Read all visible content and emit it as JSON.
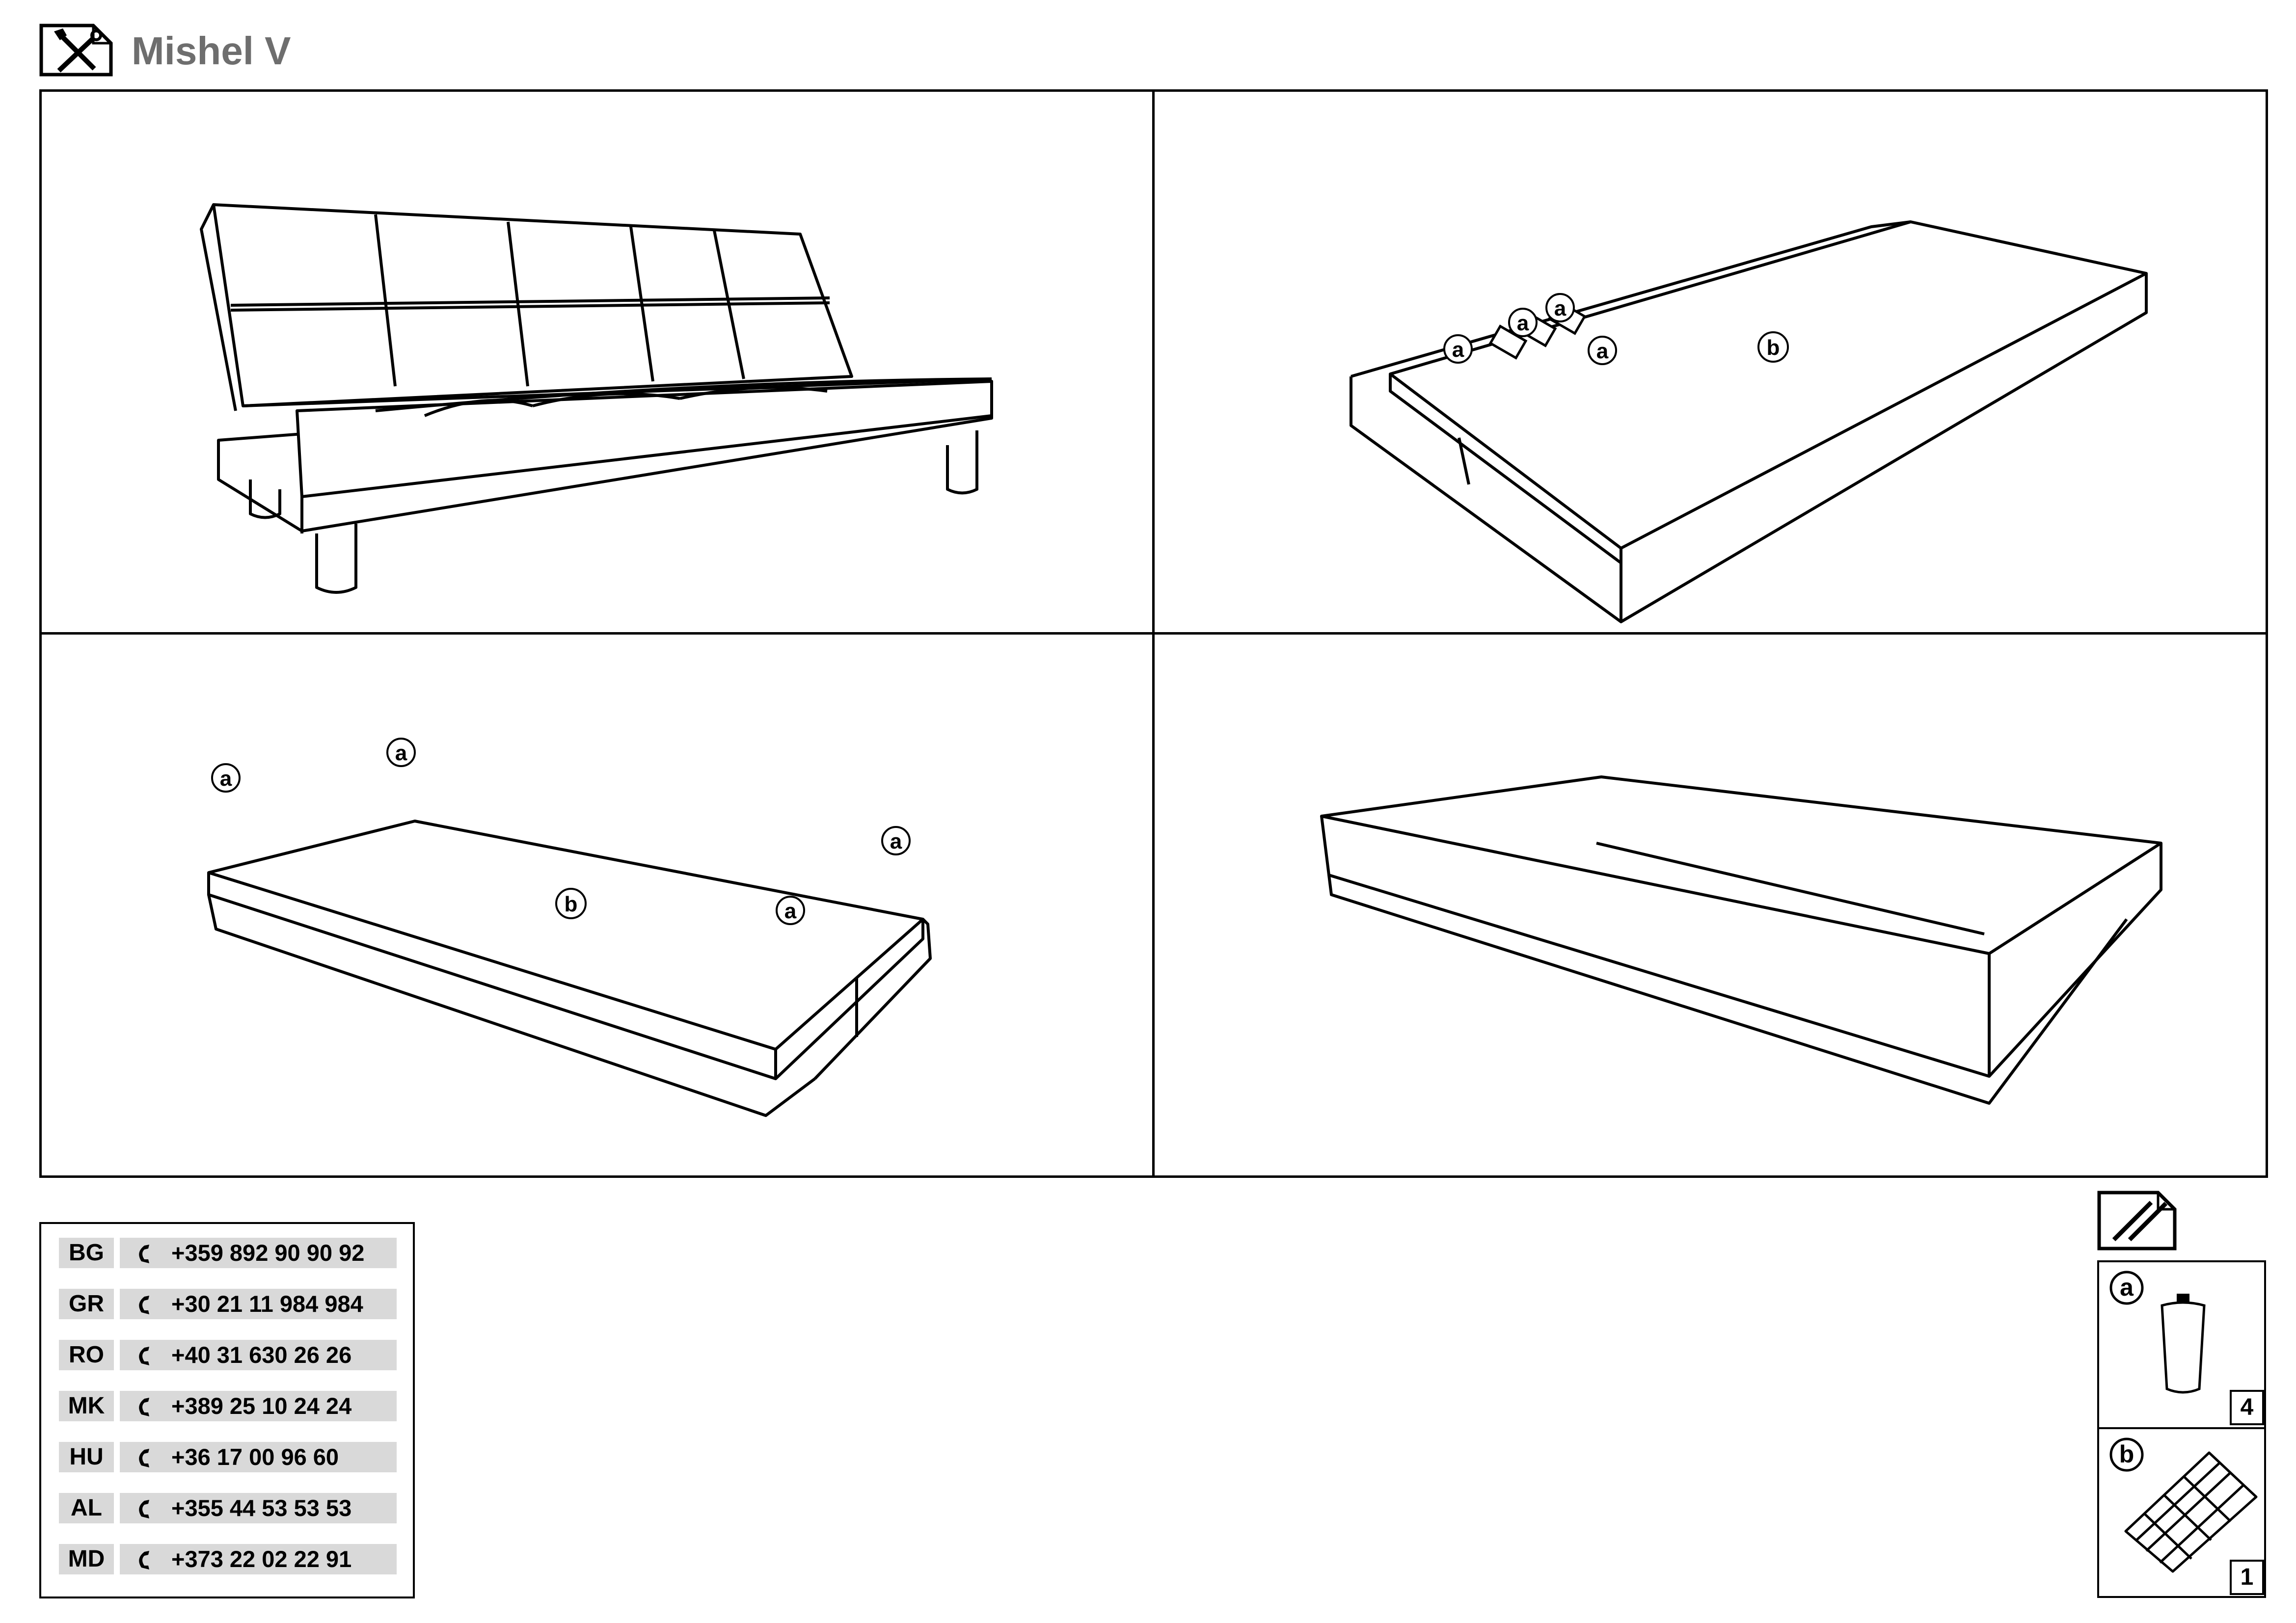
{
  "header": {
    "title": "Mishel V",
    "icon": "tools-icon"
  },
  "steps": [
    {
      "labels": []
    },
    {
      "labels": [
        "a",
        "a",
        "a",
        "a",
        "b"
      ]
    },
    {
      "labels": [
        "a",
        "a",
        "a",
        "a",
        "b"
      ]
    },
    {
      "labels": []
    }
  ],
  "support": {
    "icon": "phone-icon",
    "rows": [
      {
        "country": "BG",
        "phone": "+359 892 90 90 92"
      },
      {
        "country": "GR",
        "phone": "+30 21 11 984 984"
      },
      {
        "country": "RO",
        "phone": "+40 31 630 26 26"
      },
      {
        "country": "MK",
        "phone": "+389 25 10 24 24"
      },
      {
        "country": "HU",
        "phone": "+36 17 00 96 60"
      },
      {
        "country": "AL",
        "phone": "+355 44 53 53 53"
      },
      {
        "country": "MD",
        "phone": "+373 22 02 22 91"
      }
    ]
  },
  "parts": {
    "icon": "hardware-icon",
    "items": [
      {
        "label": "a",
        "qty": "4",
        "icon": "leg-icon"
      },
      {
        "label": "b",
        "qty": "1",
        "icon": "mattress-icon"
      }
    ]
  }
}
